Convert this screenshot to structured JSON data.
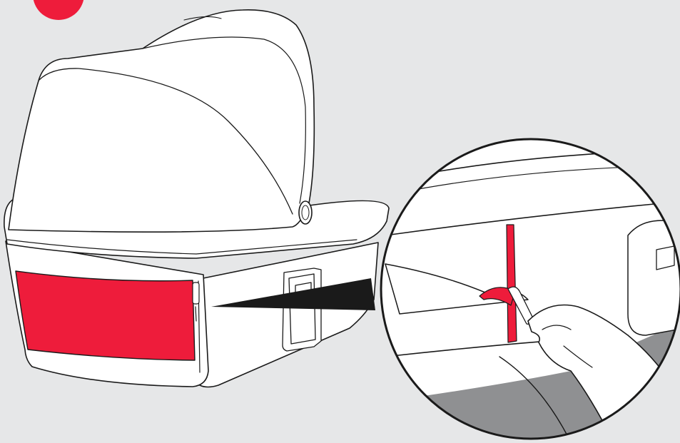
{
  "figure": {
    "kind": "instruction-illustration",
    "step_marker": {
      "shape": "circle",
      "text": "",
      "color": "#ee1c3b"
    },
    "main_subject": "carrycot-with-hood",
    "detail_callout": "zip-pull-on-side-panel",
    "colors": {
      "background": "#e6e7e8",
      "accent": "#ee1c3b",
      "outline": "#1a1a1a",
      "body": "#ffffff",
      "callout_wedge": "#1a1a1a",
      "floor_shadow": "#8f9092"
    }
  }
}
